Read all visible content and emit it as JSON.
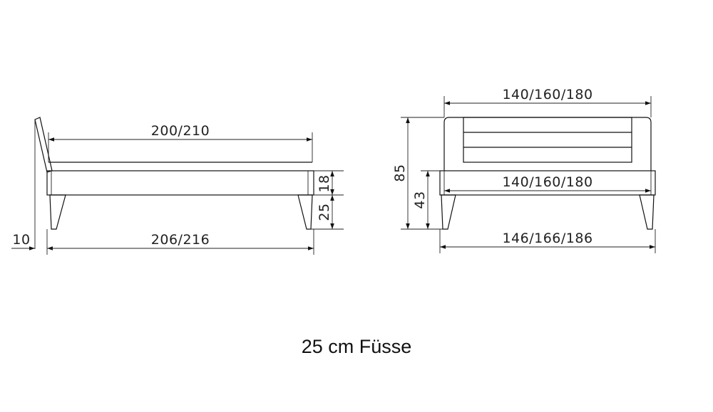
{
  "side_view": {
    "length_inner": "200/210",
    "length_outer": "206/216",
    "headboard_offset": "10",
    "frame_height": "18",
    "leg_height": "25"
  },
  "front_view": {
    "width_top": "140/160/180",
    "width_inner": "140/160/180",
    "width_outer": "146/166/186",
    "total_height": "85",
    "frame_top_height": "43"
  },
  "caption": "25 cm Füsse"
}
